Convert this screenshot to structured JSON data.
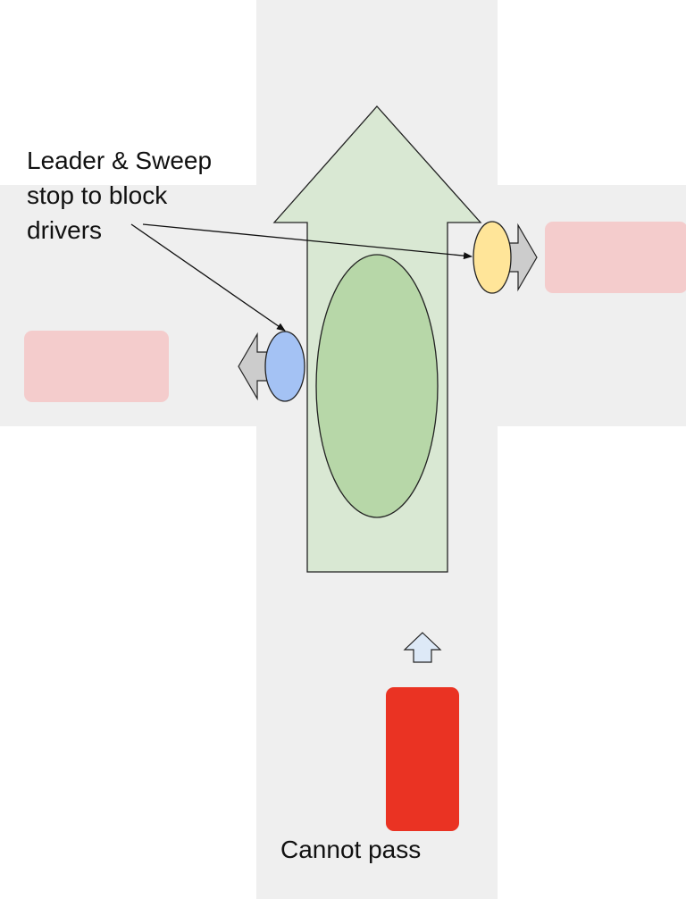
{
  "annotation": {
    "lines": [
      "Leader & Sweep",
      "stop to block",
      "drivers"
    ]
  },
  "caption": "Cannot pass",
  "colors": {
    "road": "#efefef",
    "group_arrow": "#d9e8d3",
    "group": "#b7d7a8",
    "leader_marker": "#a4c2f4",
    "sweep_marker": "#ffe599",
    "turn_arrow": "#cccccc",
    "waiting_car": "#f4cccc",
    "blocked_car": "#ea3323",
    "small_arrow": "#dde9f7"
  }
}
